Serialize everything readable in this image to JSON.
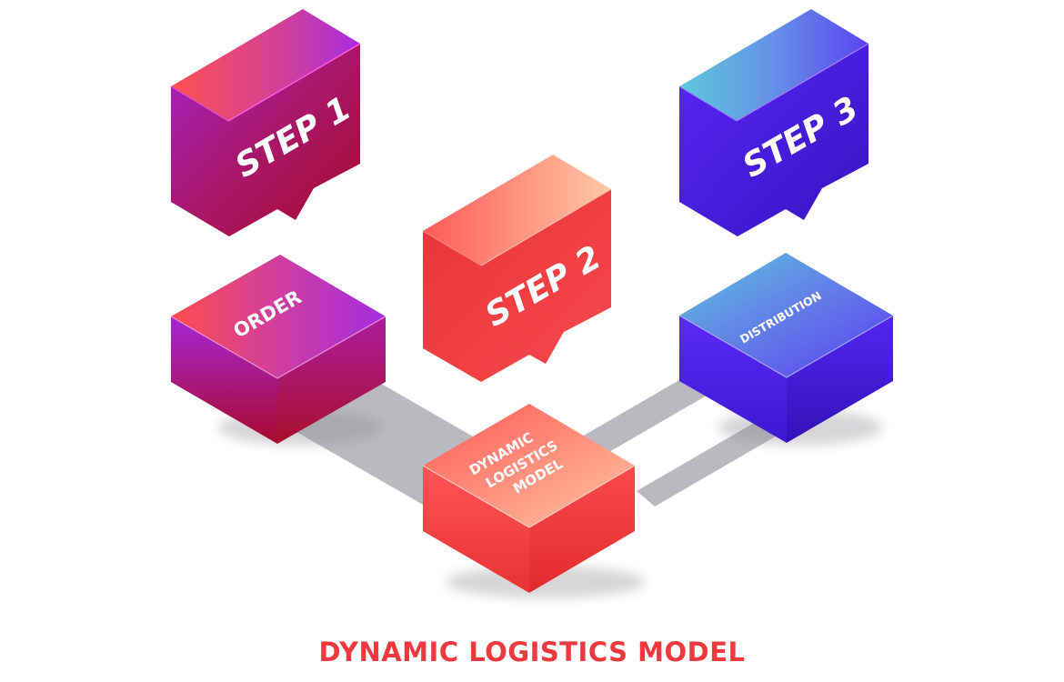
{
  "title": "DYNAMIC LOGISTICS MODEL",
  "steps": [
    {
      "id": "step1",
      "label": "STEP 1",
      "color_start": "#ff5050",
      "color_end": "#a72be0"
    },
    {
      "id": "step2",
      "label": "STEP 2",
      "color_start": "#ff6b6b",
      "color_end": "#ffc3a0"
    },
    {
      "id": "step3",
      "label": "STEP 3",
      "color_start": "#5bc3e0",
      "color_end": "#5b2cf0"
    }
  ],
  "blocks": [
    {
      "id": "order",
      "label": "ORDER"
    },
    {
      "id": "distribution",
      "label": "DISTRIBUTION"
    },
    {
      "id": "center",
      "lines": [
        "DYNAMIC",
        "LOGISTICS",
        "MODEL"
      ]
    }
  ],
  "colors": {
    "title": "#ee3a3f",
    "shadow": "#b9b9bf",
    "background": "#ffffff"
  }
}
